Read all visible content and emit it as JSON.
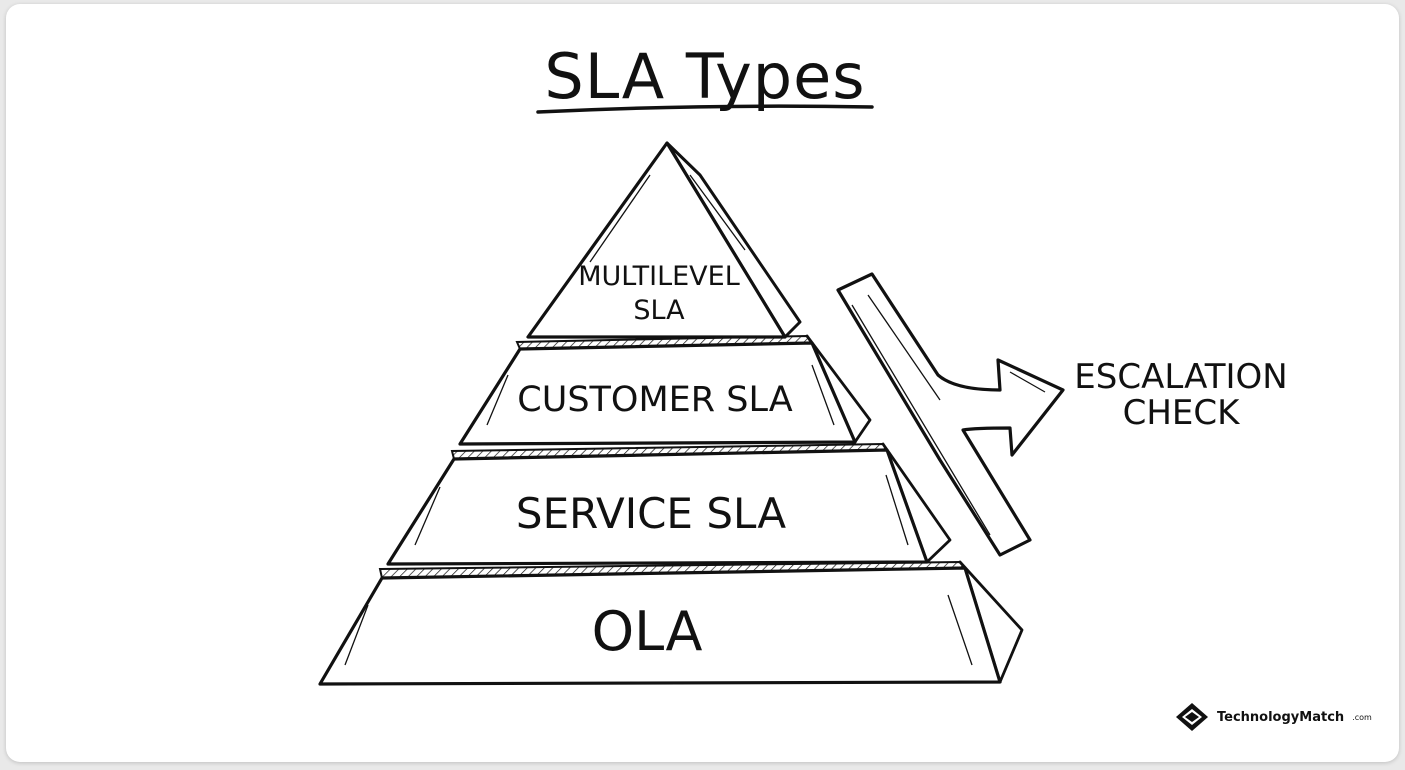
{
  "title": "SLA Types",
  "pyramid": {
    "tiers": [
      {
        "line1": "MULTILEVEL",
        "line2": "SLA"
      },
      {
        "line1": "CUSTOMER SLA"
      },
      {
        "line1": "SERVICE SLA"
      },
      {
        "line1": "OLA"
      }
    ]
  },
  "escalation": {
    "line1": "ESCALATION",
    "line2": "CHECK"
  },
  "brand": {
    "name": "TechnologyMatch",
    "suffix": ".com",
    "icon": "diamond-logo-icon"
  },
  "colors": {
    "ink": "#111111",
    "paper": "#ffffff"
  }
}
